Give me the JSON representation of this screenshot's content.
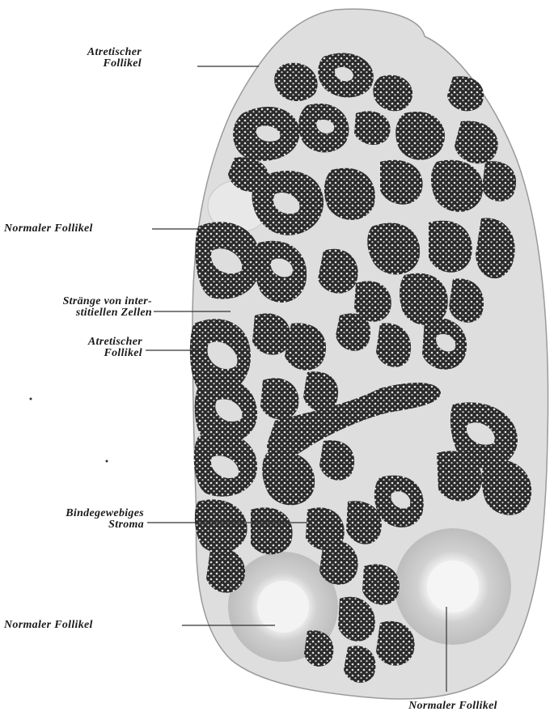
{
  "labels": {
    "atretic_1": "Atretischer\nFollikel",
    "normal_1": "Normaler Follikel",
    "straenge": "Stränge von inter-\nstitiellen Zellen",
    "atretic_2": "Atretischer\nFollikel",
    "stroma": "Bindegewebiges\nStroma",
    "normal_2": "Normaler Follikel",
    "normal_3": "Normaler Follikel"
  },
  "colors": {
    "stroma": "#dedede",
    "cords": "#2b2b2b",
    "lines": "#333333",
    "follicle_inner": "#f1f1f1"
  }
}
